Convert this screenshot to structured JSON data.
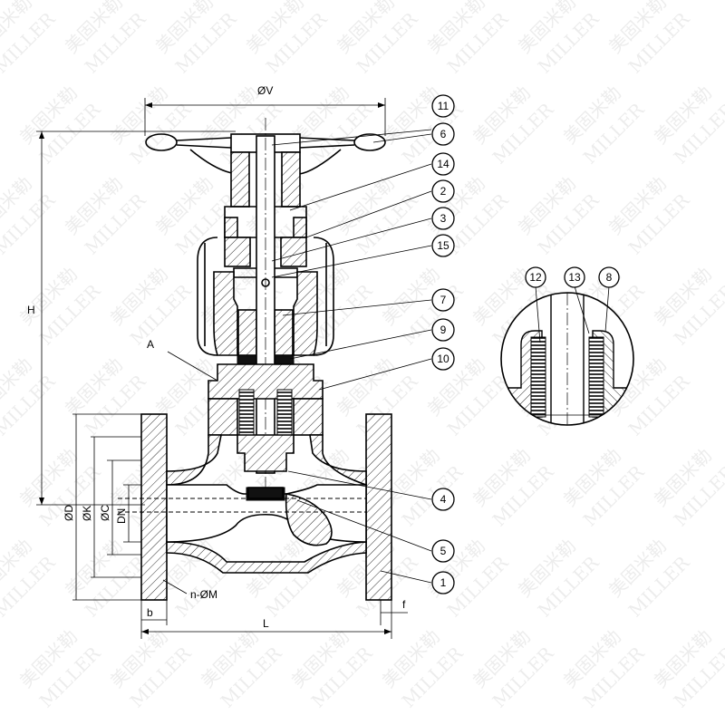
{
  "watermark": {
    "cn": "美固米勒",
    "en": "MILLER"
  },
  "dimensions": {
    "handwheel_dia": "ØV",
    "height": "H",
    "flange_od": "ØD",
    "bolt_circle": "ØK",
    "raised_face": "ØC",
    "nominal_dia": "DN",
    "bolt_holes": "n-ØM",
    "flange_thickness": "b",
    "face_to_face": "L",
    "raised_face_height": "f",
    "detail_ref": "A"
  },
  "parts": [
    "11",
    "6",
    "14",
    "2",
    "3",
    "15",
    "7",
    "9",
    "10",
    "4",
    "5",
    "1"
  ],
  "detail_parts": [
    "12",
    "13",
    "8"
  ]
}
